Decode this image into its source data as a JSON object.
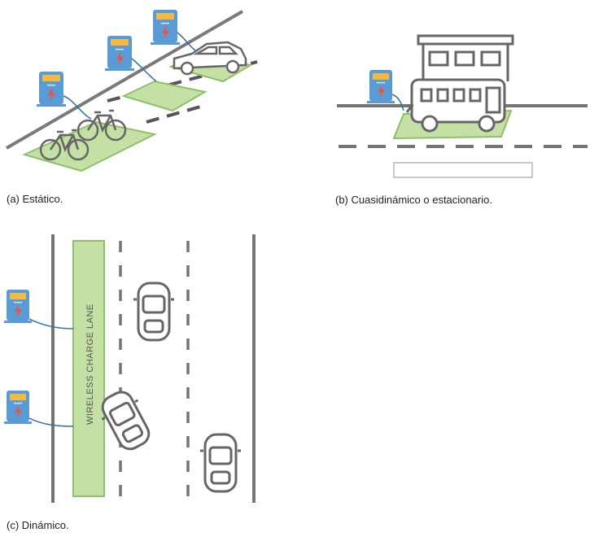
{
  "captions": {
    "a": "(a) Estático.",
    "b": "(b) Cuasidinámico o estacionario.",
    "c": "(c) Dinámico."
  },
  "lane_label": "WIRELESS CHARGE LANE",
  "colors": {
    "charger_body": "#5b9bd5",
    "charger_screen": "#f4b942",
    "bolt": "#e8543f",
    "pad_fill": "#c5e0a5",
    "pad_stroke": "#8fbf6a",
    "road": "#757575",
    "cable": "#2f6fa8"
  },
  "icons": [
    "charging-station-icon",
    "bicycle-icon",
    "car-icon",
    "bus-icon",
    "lightning-icon"
  ]
}
